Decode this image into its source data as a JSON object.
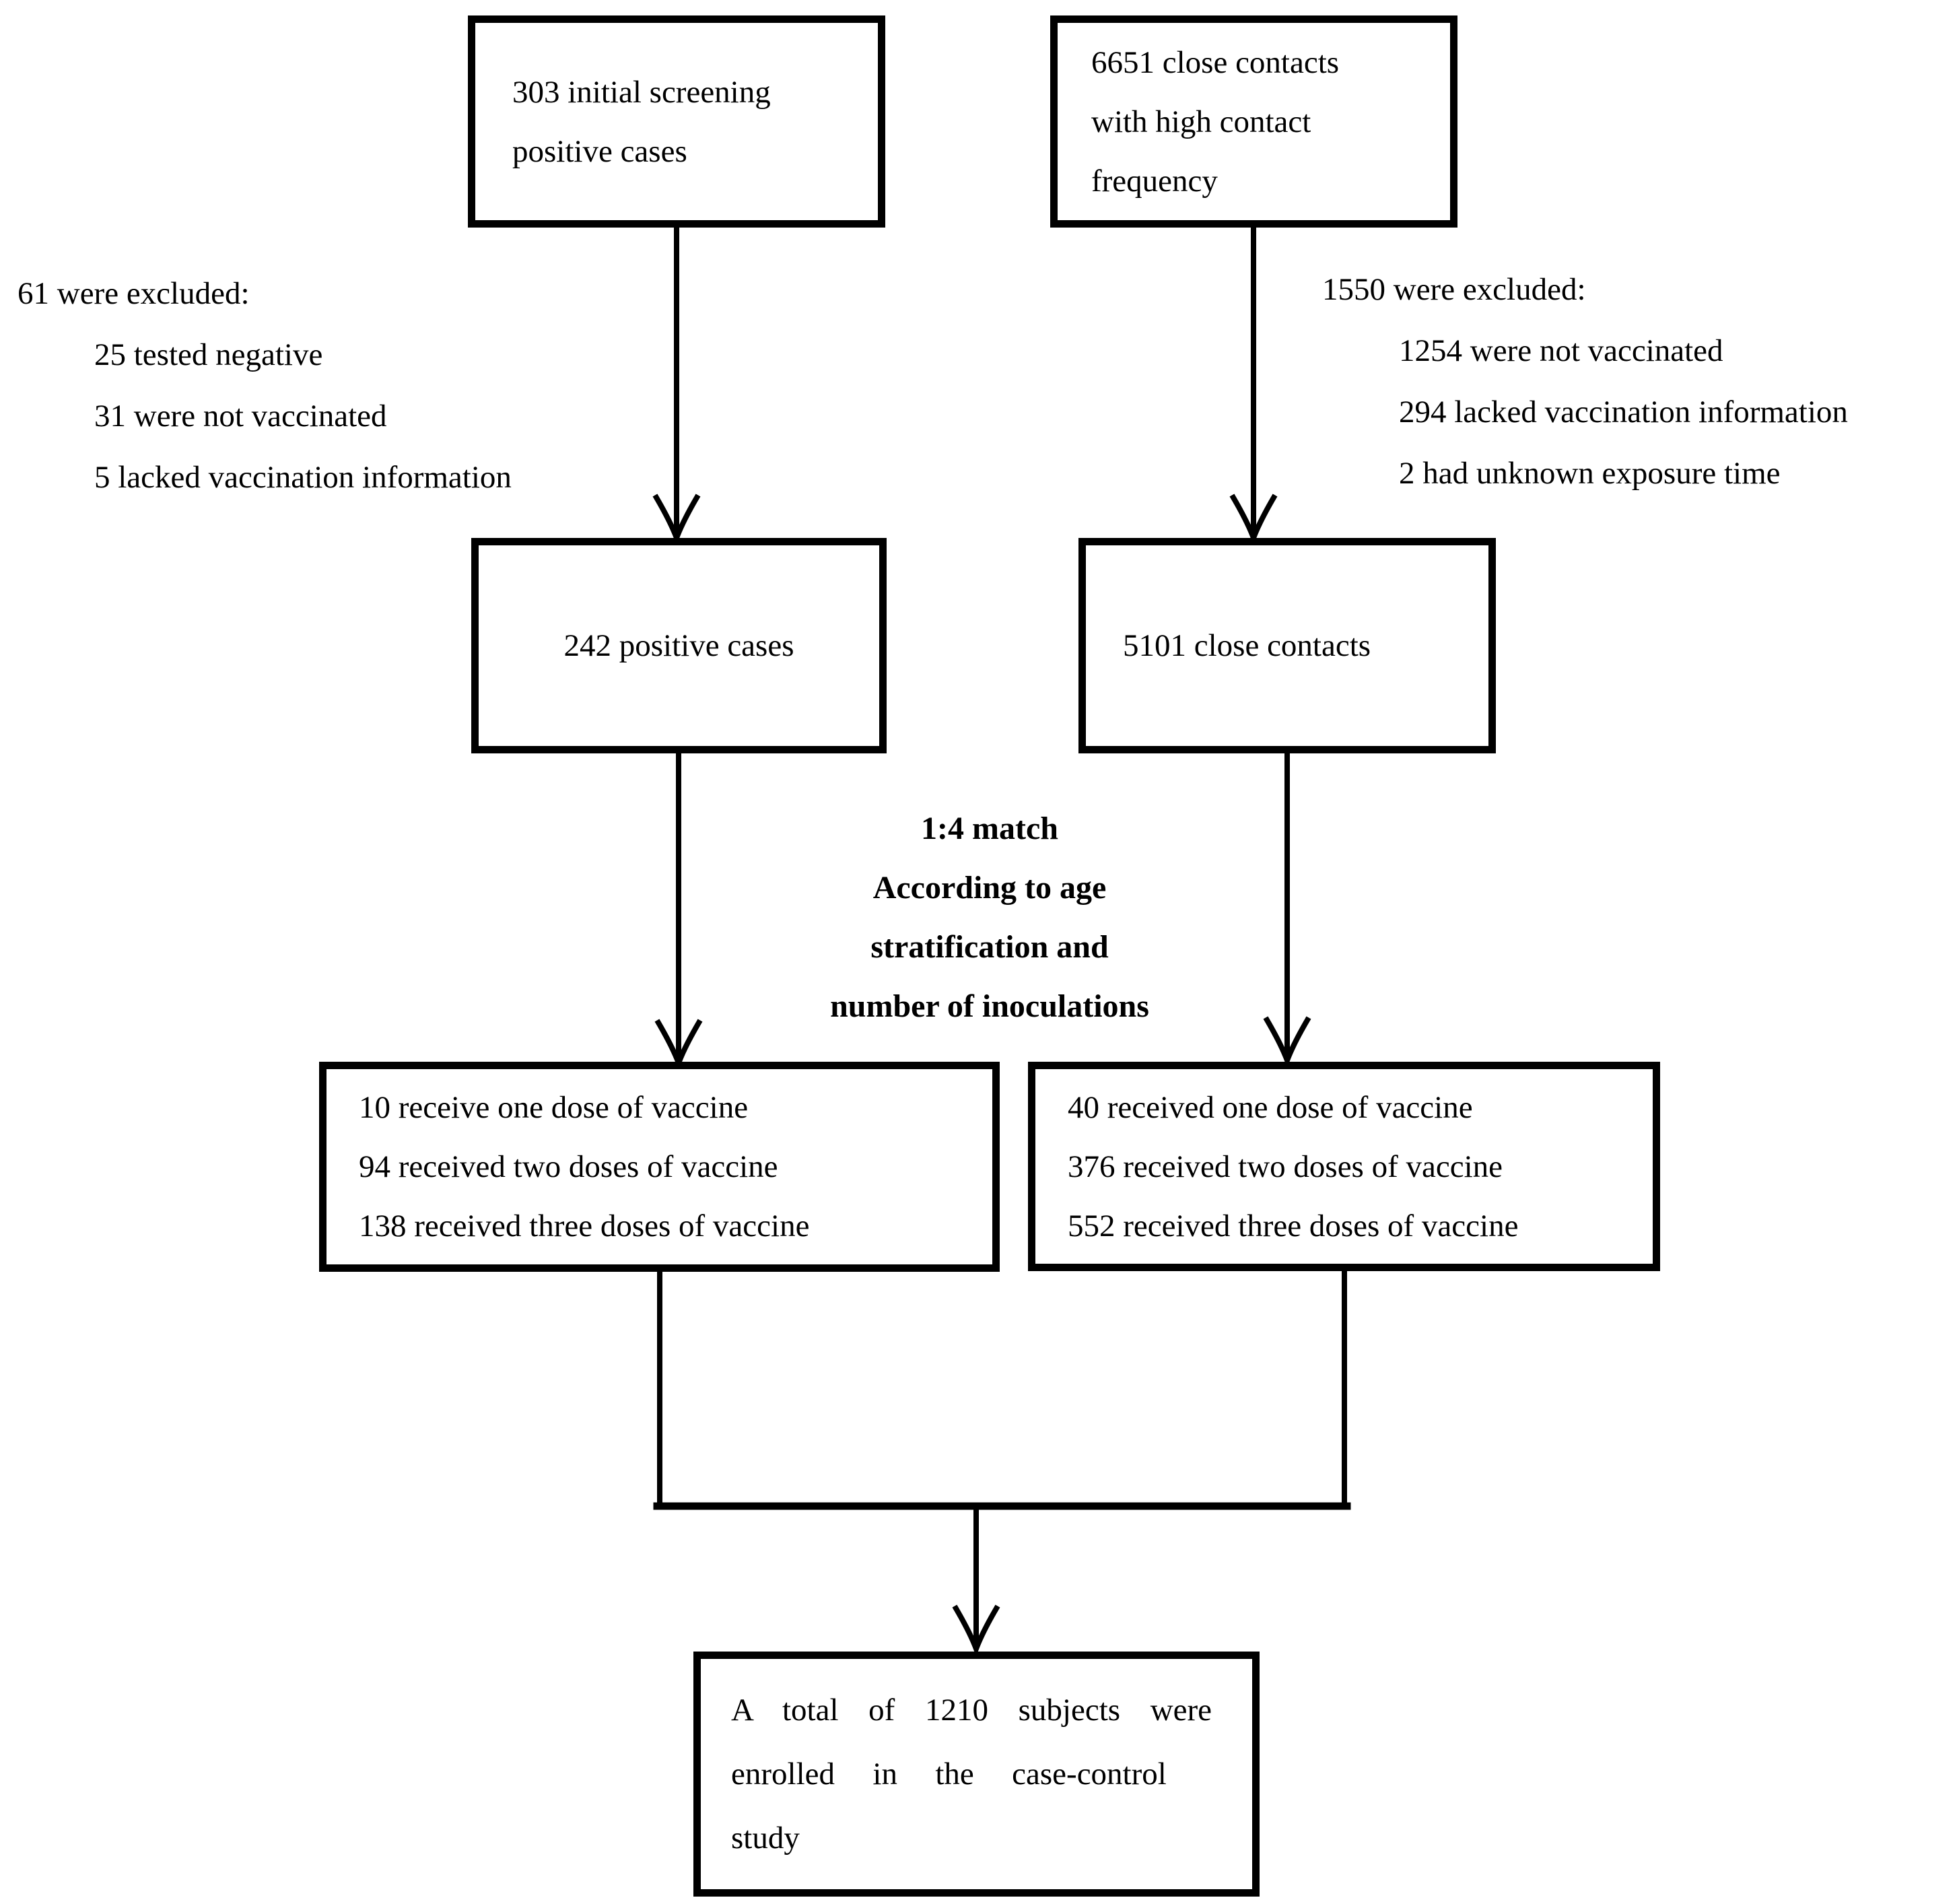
{
  "figure": {
    "type": "study-enrollment-flowchart",
    "ink_color": "#000000",
    "background_color": "#ffffff"
  },
  "boxes": {
    "top_left": {
      "lines": [
        "303 initial screening",
        "positive cases"
      ]
    },
    "top_right": {
      "lines": [
        "6651 close contacts",
        "with high contact",
        "frequency"
      ]
    },
    "mid_left": {
      "lines": [
        "242 positive cases"
      ]
    },
    "mid_right": {
      "lines": [
        "5101 close contacts"
      ]
    },
    "low_left": {
      "lines": [
        "10 receive one dose of vaccine",
        "94 received two doses of vaccine",
        "138 received three doses of vaccine"
      ]
    },
    "low_right": {
      "lines": [
        "40 received one dose of vaccine",
        "376 received two doses of vaccine",
        "552 received three doses of vaccine"
      ]
    },
    "bottom": {
      "lines": [
        "A total of 1210 subjects were",
        "enrolled in the case-control",
        "study"
      ]
    }
  },
  "annotations": {
    "left_exclusion": {
      "header": "61 were excluded:",
      "items": [
        "25 tested negative",
        "31 were not vaccinated",
        "5 lacked vaccination information"
      ]
    },
    "right_exclusion": {
      "header": "1550 were excluded:",
      "items": [
        "1254 were not vaccinated",
        "294 lacked vaccination information",
        "2 had unknown exposure time"
      ]
    },
    "match_note": {
      "lines": [
        "1:4 match",
        "According to age",
        "stratification and",
        "number of inoculations"
      ]
    }
  }
}
